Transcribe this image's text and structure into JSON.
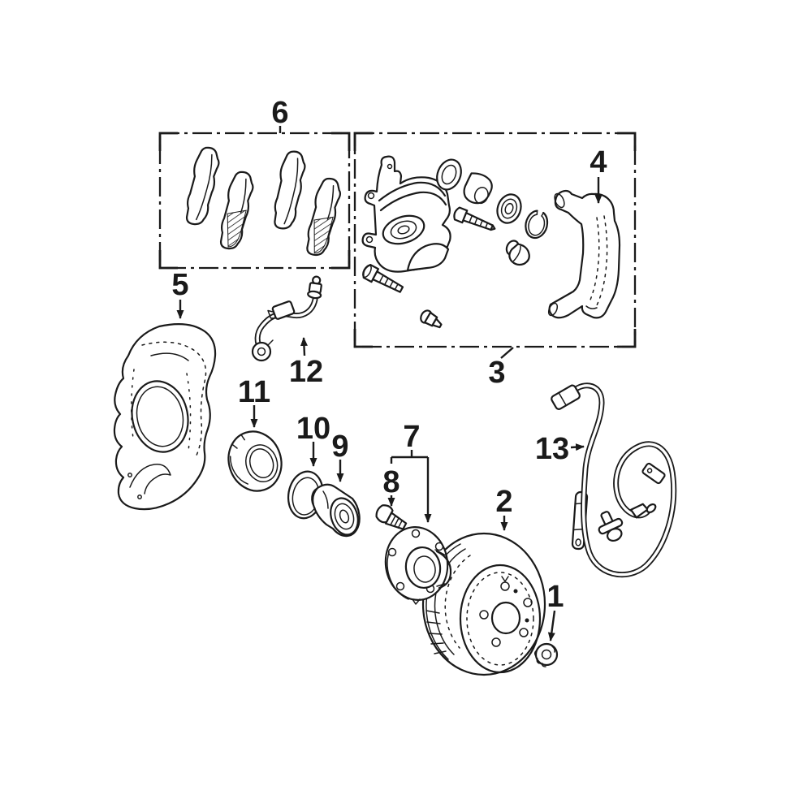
{
  "diagram": {
    "background_color": "#ffffff",
    "line_color": "#1a1a1a",
    "callouts": [
      {
        "label": "1"
      },
      {
        "label": "2"
      },
      {
        "label": "3"
      },
      {
        "label": "4"
      },
      {
        "label": "5"
      },
      {
        "label": "6"
      },
      {
        "label": "7"
      },
      {
        "label": "8"
      },
      {
        "label": "9"
      },
      {
        "label": "10"
      },
      {
        "label": "11"
      },
      {
        "label": "12"
      },
      {
        "label": "13"
      }
    ]
  }
}
